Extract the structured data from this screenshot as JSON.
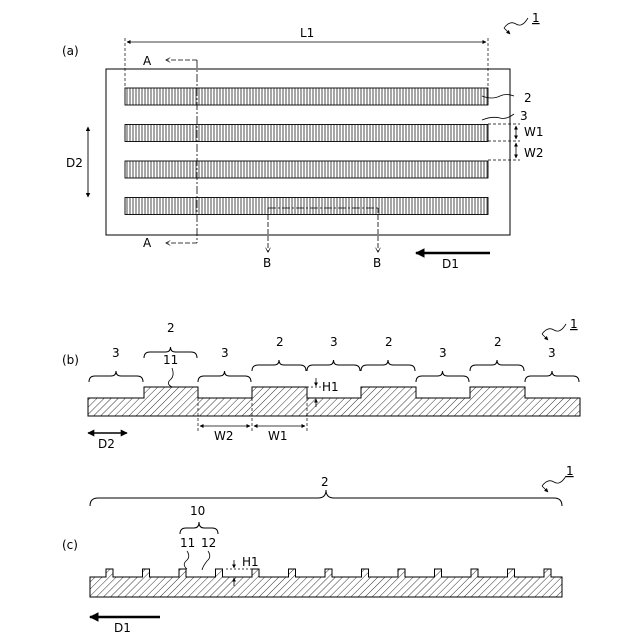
{
  "panels": {
    "a": {
      "panel_label": "(a)",
      "ref_number": "1",
      "dimension_length": "L1",
      "dimension_depth": "D2",
      "dimension_width_1": "W1",
      "dimension_width_2": "W2",
      "part_strip": "2",
      "part_gap": "3",
      "section_a": "A",
      "section_b": "B",
      "direction": "D1",
      "strip_count": 4
    },
    "b": {
      "panel_label": "(b)",
      "ref_number": "1",
      "label_gap": "3",
      "label_strip": "2",
      "label_surface": "11",
      "label_height": "H1",
      "label_w1": "W1",
      "label_w2": "W2",
      "label_depth": "D2"
    },
    "c": {
      "panel_label": "(c)",
      "ref_number": "1",
      "label_strip": "2",
      "label_group": "10",
      "label_11": "11",
      "label_12": "12",
      "label_height": "H1",
      "direction": "D1",
      "tooth_count": 13
    }
  }
}
